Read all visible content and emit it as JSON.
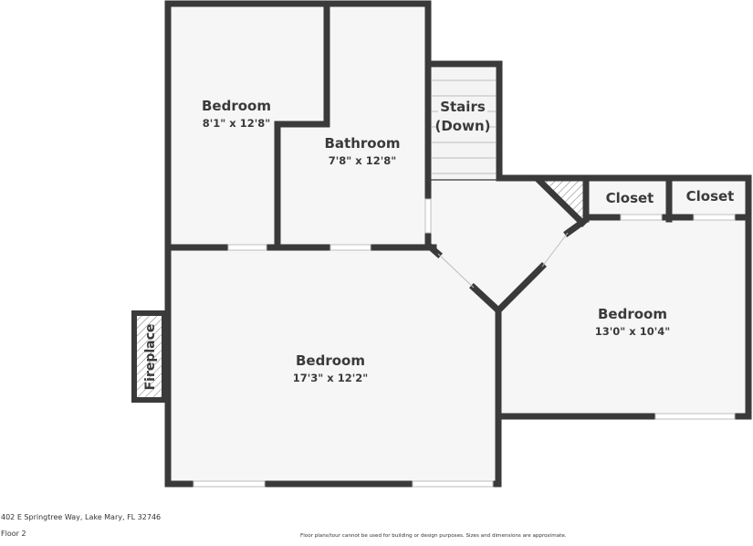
{
  "floor_plan": {
    "colors": {
      "wall": "#3a3a3a",
      "floor": "#f6f6f6",
      "window": "#ffffff",
      "text": "#3a3a3a",
      "background": "#ffffff"
    },
    "rooms": [
      {
        "name": "Bedroom",
        "dimensions": "8'1\" x 12'8\""
      },
      {
        "name": "Bathroom",
        "dimensions": "7'8\" x 12'8\""
      },
      {
        "name": "Stairs",
        "name_line2": "(Down)"
      },
      {
        "name": "Closet"
      },
      {
        "name": "Closet"
      },
      {
        "name": "Bedroom",
        "dimensions": "13'0\" x 10'4\""
      },
      {
        "name": "Bedroom",
        "dimensions": "17'3\" x 12'2\""
      },
      {
        "name": "Fireplace"
      }
    ]
  },
  "footer": {
    "address": "402 E Springtree Way, Lake Mary, FL 32746",
    "floor": "Floor 2",
    "disclaimer": "Floor plans/tour cannot be used for building or design purposes. Sizes and dimensions are approximate."
  }
}
